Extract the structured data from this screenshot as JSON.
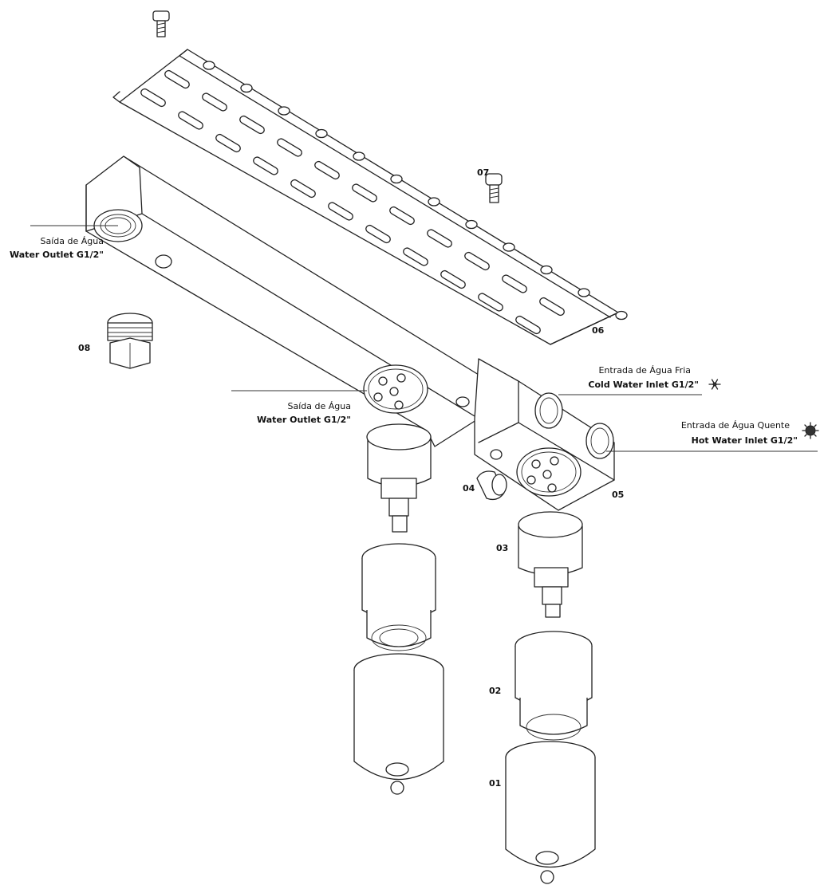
{
  "callouts": {
    "outlet_top": {
      "title": "Water Outlet G1/2\"",
      "subtitle": "Saída de Água"
    },
    "outlet_mid": {
      "title": "Water Outlet G1/2\"",
      "subtitle": "Saída de Água"
    },
    "cold_inlet": {
      "title": "Cold Water Inlet G1/2\"",
      "subtitle": "Entrada de Água Fria"
    },
    "hot_inlet": {
      "title": "Hot Water Inlet G1/2\"",
      "subtitle": "Entrada de Água Quente"
    }
  },
  "parts": {
    "p01": "01",
    "p02": "02",
    "p03": "03",
    "p04": "04",
    "p05": "05",
    "p06": "06",
    "p07": "07",
    "p08": "08"
  },
  "icons": {
    "cold": "snowflake-icon",
    "hot": "sun-icon"
  }
}
